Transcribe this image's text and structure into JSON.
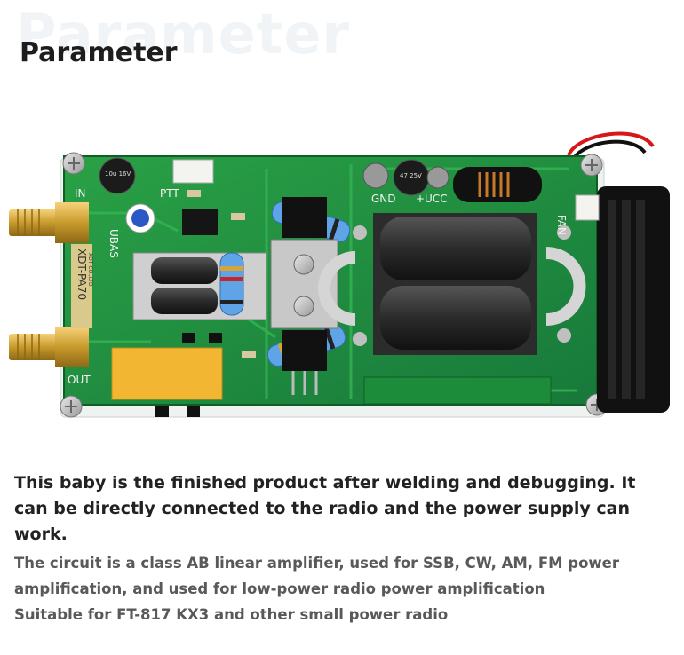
{
  "header": {
    "watermark": "Parameter",
    "title": "Parameter"
  },
  "photo": {
    "description_icon": "circuit-board-photo",
    "board_labels": {
      "in": "IN",
      "out": "OUT",
      "ptt": "PTT",
      "ubas": "UBAS",
      "gnd": "GND",
      "ucc": "+UCC",
      "fan": "FAN",
      "model": "XDT-PA70",
      "maker": "XDT CO.,LTD",
      "cap1": "10u 16V",
      "cap2": "47 25V"
    },
    "colors": {
      "pcb": "#1f8f3a",
      "pcb_dark": "#136a28",
      "ferrite": "#3a3a3a",
      "relay": "#f2b632",
      "fan": "#111111"
    }
  },
  "text": {
    "lead": "This baby is the finished product after welding and debugging. It can be directly connected to the radio and the power supply can work.",
    "line1": "The circuit is a class AB linear amplifier, used for SSB, CW, AM, FM power",
    "line2": "amplification, and used for low-power radio power amplification",
    "line3": "Suitable for FT-817 KX3 and other small power radio"
  }
}
